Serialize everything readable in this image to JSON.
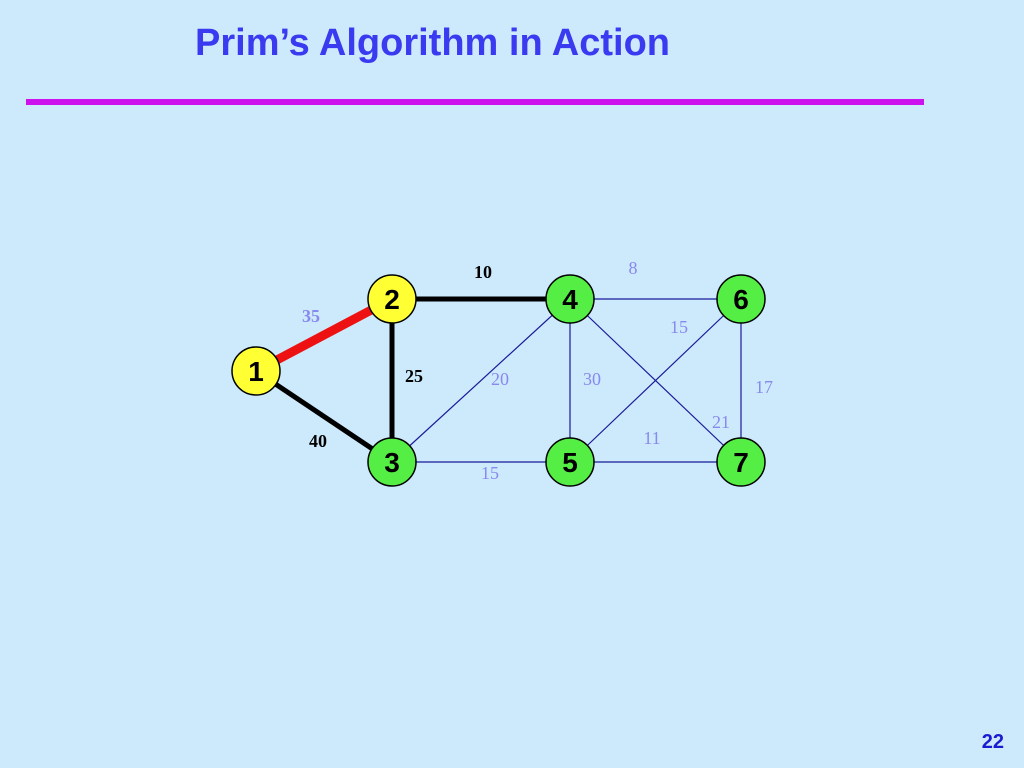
{
  "slide": {
    "title": "Prim’s Algorithm in Action",
    "page_number": "22"
  },
  "colors": {
    "background": "#cdeafc",
    "title": "#3a3af0",
    "rule": "#cc11ee",
    "node_visited": "#ffff33",
    "node_unvisited": "#55ee44",
    "edge_current": "#ee1111",
    "edge_selected": "#000000",
    "edge_plain": "#1a1a99",
    "label_muted": "#8888ee",
    "label_strong": "#000000"
  },
  "graph": {
    "nodes": [
      {
        "id": "1",
        "label": "1",
        "state": "visited"
      },
      {
        "id": "2",
        "label": "2",
        "state": "visited"
      },
      {
        "id": "3",
        "label": "3",
        "state": "unvisited"
      },
      {
        "id": "4",
        "label": "4",
        "state": "unvisited"
      },
      {
        "id": "5",
        "label": "5",
        "state": "unvisited"
      },
      {
        "id": "6",
        "label": "6",
        "state": "unvisited"
      },
      {
        "id": "7",
        "label": "7",
        "state": "unvisited"
      }
    ],
    "edges": [
      {
        "from": "1",
        "to": "2",
        "weight": "35",
        "state": "current"
      },
      {
        "from": "1",
        "to": "3",
        "weight": "40",
        "state": "selected"
      },
      {
        "from": "2",
        "to": "3",
        "weight": "25",
        "state": "selected"
      },
      {
        "from": "2",
        "to": "4",
        "weight": "10",
        "state": "selected"
      },
      {
        "from": "3",
        "to": "4",
        "weight": "20",
        "state": "plain"
      },
      {
        "from": "3",
        "to": "5",
        "weight": "15",
        "state": "plain"
      },
      {
        "from": "4",
        "to": "5",
        "weight": "30",
        "state": "plain"
      },
      {
        "from": "4",
        "to": "6",
        "weight": "8",
        "state": "plain"
      },
      {
        "from": "4",
        "to": "7",
        "weight": "21",
        "state": "plain"
      },
      {
        "from": "5",
        "to": "6",
        "weight": "15",
        "state": "plain"
      },
      {
        "from": "5",
        "to": "7",
        "weight": "11",
        "state": "plain"
      },
      {
        "from": "6",
        "to": "7",
        "weight": "17",
        "state": "plain"
      }
    ]
  }
}
